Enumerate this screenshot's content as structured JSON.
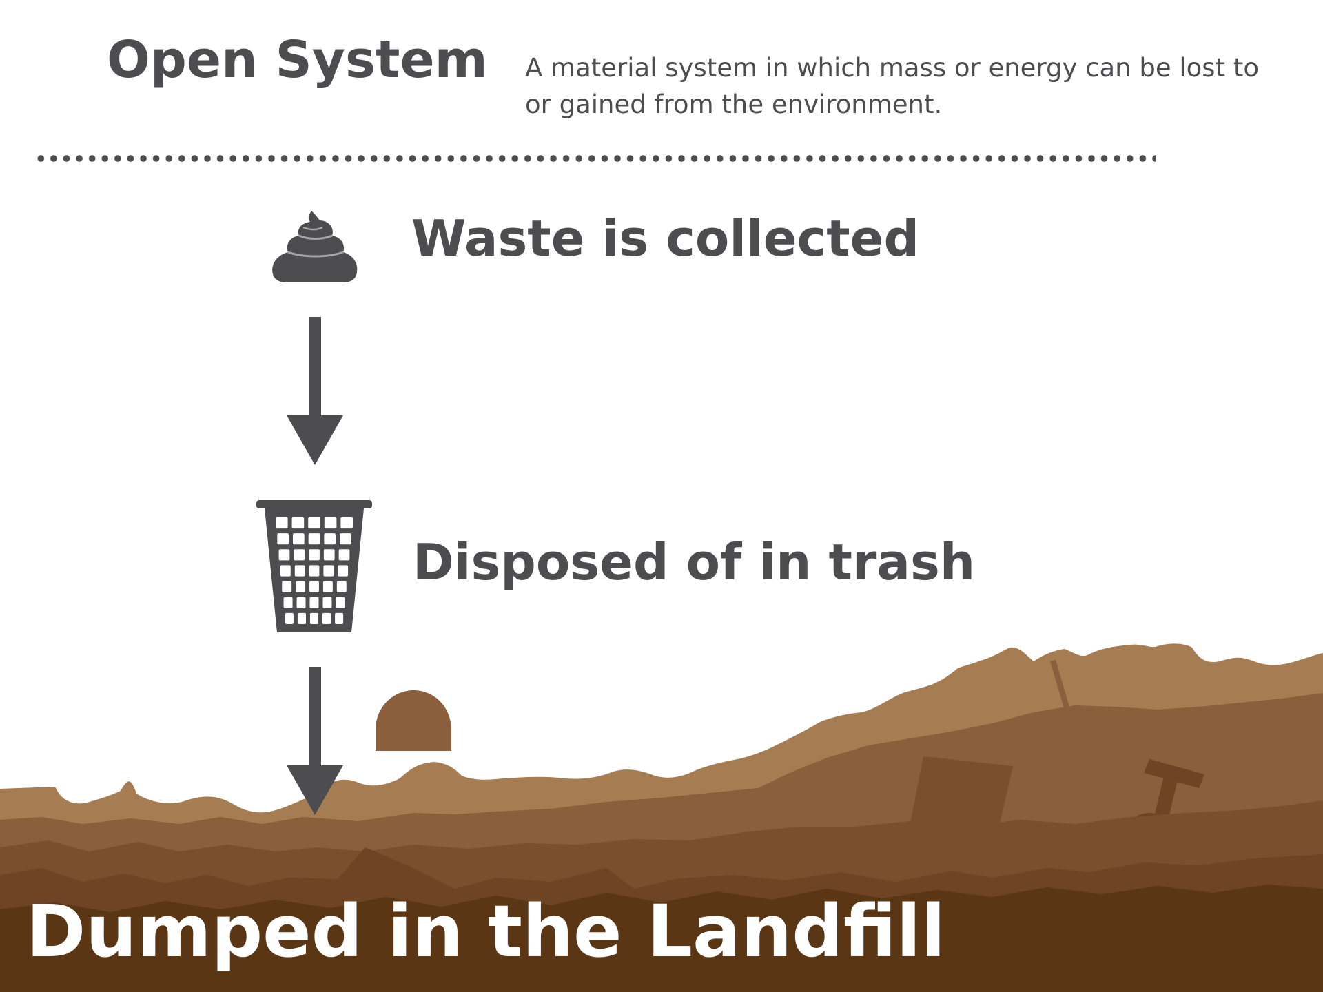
{
  "header": {
    "title": "Open System",
    "definition": "A material system in which mass or energy can be lost to or gained from the environment."
  },
  "steps": [
    {
      "label": "Waste is collected",
      "icon": "poop-icon"
    },
    {
      "label": "Disposed of in trash",
      "icon": "trash-basket-icon"
    }
  ],
  "final_step": {
    "label": "Dumped in the Landfill",
    "illustration": "landfill-illustration"
  },
  "colors": {
    "text": "#4d4d4f",
    "landfill_light": "#a67c52",
    "landfill_mid": "#8b5e3c",
    "landfill_dark": "#6e4425",
    "landfill_darkest": "#5a3615",
    "final_text": "#ffffff"
  }
}
